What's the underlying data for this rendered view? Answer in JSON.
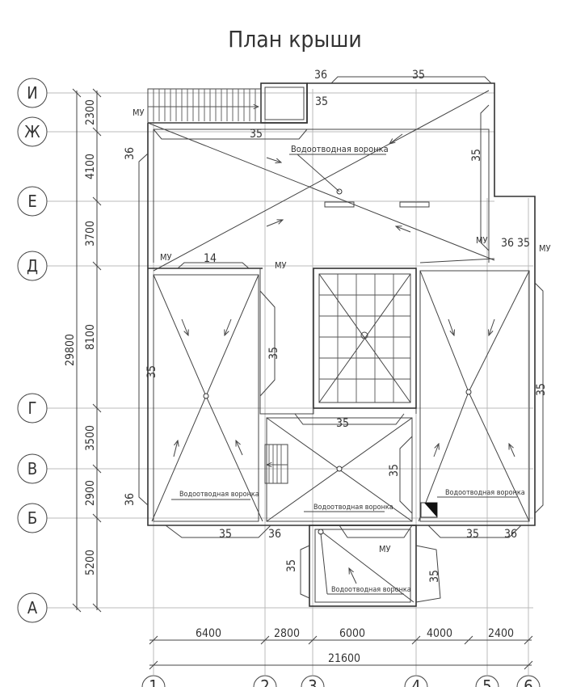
{
  "title": "План крыши",
  "row_axes": [
    "И",
    "Ж",
    "Е",
    "Д",
    "Г",
    "В",
    "Б",
    "А"
  ],
  "column_axes": [
    "1",
    "2",
    "3",
    "4",
    "5",
    "6"
  ],
  "vertical_dimensions": [
    "2300",
    "4100",
    "3700",
    "8100",
    "3500",
    "2900",
    "5200"
  ],
  "vertical_total": "29800",
  "horizontal_dimensions": [
    "6400",
    "2800",
    "6000",
    "4000",
    "2400"
  ],
  "horizontal_total": "21600",
  "drain_label": "Водоотводная воронка",
  "mu_label": "МУ",
  "slope_labels": {
    "s35": "35",
    "s36": "36",
    "s14": "14"
  }
}
